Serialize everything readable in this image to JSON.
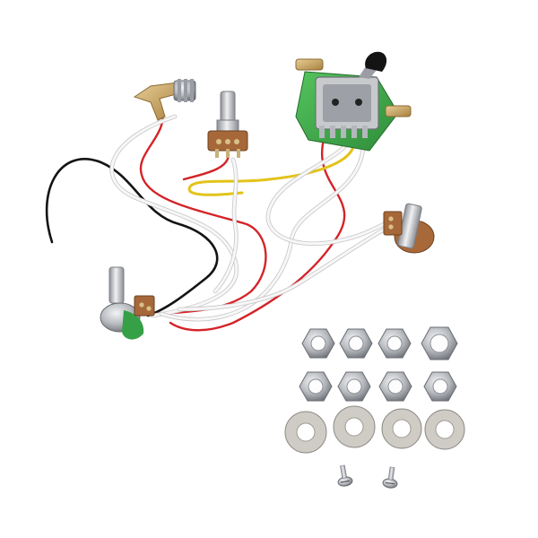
{
  "image": {
    "background": "#ffffff",
    "palette": {
      "wire_red": "#d6262a",
      "wire_white": "#f4f4f4",
      "wire_white_edge": "#c9c9c9",
      "wire_black": "#151515",
      "wire_yellow": "#e8c81c",
      "pcb_green": "#3faa4a",
      "metal_silver": "#b9bcc0",
      "metal_dark": "#7d8086",
      "brass": "#c9a25a",
      "pot_body": "#a86a3a",
      "knob_black": "#1a1a1a"
    },
    "components": [
      {
        "name": "output-jack",
        "icon": "jack-icon"
      },
      {
        "name": "potentiometer-top",
        "icon": "potentiometer-icon"
      },
      {
        "name": "potentiometer-right",
        "icon": "potentiometer-icon"
      },
      {
        "name": "potentiometer-left",
        "icon": "potentiometer-icon"
      },
      {
        "name": "five-way-switch",
        "icon": "blade-switch-icon"
      },
      {
        "name": "hex-nuts",
        "icon": "hex-nut-icon",
        "count": 8
      },
      {
        "name": "washers",
        "icon": "washer-icon",
        "count": 4
      },
      {
        "name": "screws",
        "icon": "screw-icon",
        "count": 2
      }
    ]
  }
}
